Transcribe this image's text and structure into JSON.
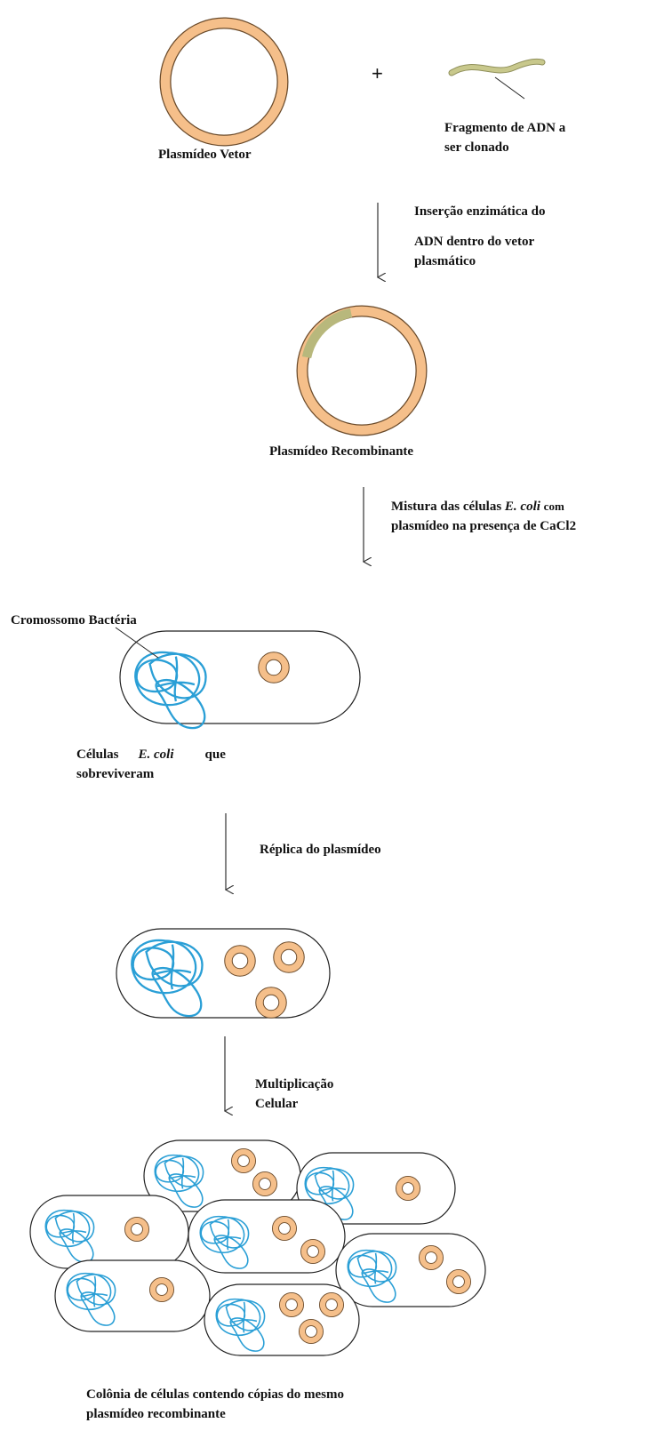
{
  "labels": {
    "plus": "+",
    "vector": "Plasmídeo Vetor",
    "fragment_line1": "Fragmento de ADN a",
    "fragment_line2": "ser clonado",
    "step1_line1": "Inserção enzimática do",
    "step1_line2": "ADN dentro do vetor",
    "step1_line3": "plasmático",
    "recombinant": "Plasmídeo Recombinante",
    "step2_line1_a": "Mistura das células",
    "step2_line1_ital": "E. coli",
    "step2_line1_b": "com",
    "step2_line2": "plasmídeo na presença de CaCl2",
    "chromosome": "Cromossomo Bactéria",
    "cells_a": "Células",
    "cells_ital": "E. coli",
    "cells_b": "que",
    "cells_line2": "sobreviveram",
    "step3": "Réplica do plasmídeo",
    "step4_line1": "Multiplicação",
    "step4_line2": "Celular",
    "colony_line1": "Colônia de células contendo cópias do mesmo",
    "colony_line2": "plasmídeo recombinante"
  },
  "colors": {
    "plasmid": "#f5bf8a",
    "plasmid_edge": "#6a4a2a",
    "dna_fragment": "#c8c88c",
    "chromosome": "#2a9fd6",
    "cell_outline": "#222222",
    "arrow": "#333333"
  }
}
